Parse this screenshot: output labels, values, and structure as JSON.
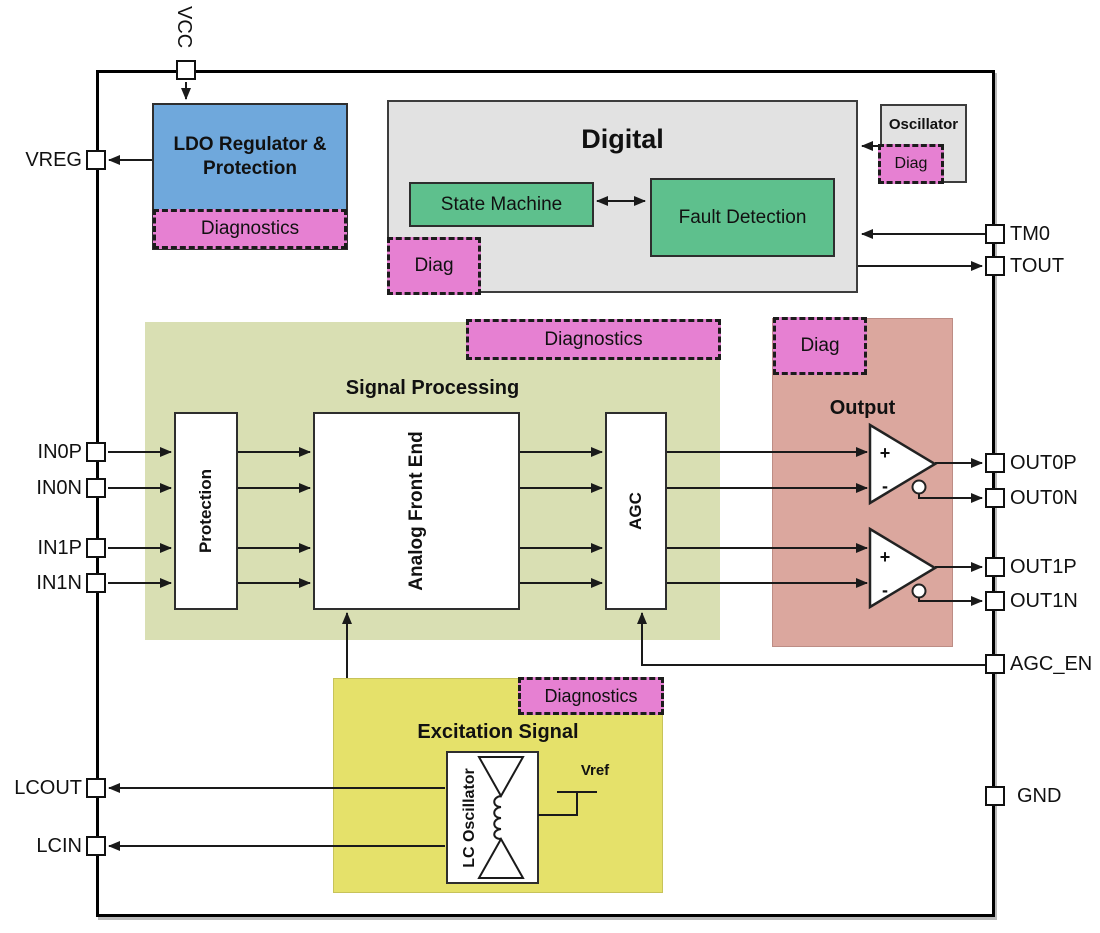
{
  "pins": {
    "vcc": "VCC",
    "vreg": "VREG",
    "in0p": "IN0P",
    "in0n": "IN0N",
    "in1p": "IN1P",
    "in1n": "IN1N",
    "lcout": "LCOUT",
    "lcin": "LCIN",
    "tm0": "TM0",
    "tout": "TOUT",
    "out0p": "OUT0P",
    "out0n": "OUT0N",
    "out1p": "OUT1P",
    "out1n": "OUT1N",
    "agc_en": "AGC_EN",
    "gnd": "GND"
  },
  "blocks": {
    "ldo": {
      "title": "LDO Regulator & Protection",
      "diag": "Diagnostics"
    },
    "digital": {
      "title": "Digital",
      "state_machine": "State Machine",
      "fault_detection": "Fault Detection",
      "diag": "Diag"
    },
    "oscillator": {
      "title": "Oscillator",
      "diag": "Diag"
    },
    "signal_processing": {
      "title": "Signal Processing",
      "diag": "Diagnostics",
      "protection": "Protection",
      "afe": "Analog Front End",
      "agc": "AGC"
    },
    "output": {
      "title": "Output",
      "diag": "Diag",
      "amp_plus": "+",
      "amp_minus": "-"
    },
    "excitation": {
      "title": "Excitation Signal",
      "diag": "Diagnostics",
      "lc_oscillator": "LC Oscillator",
      "vref": "Vref"
    }
  },
  "colors": {
    "ldo_blue": "#6fa8dc",
    "diag_magenta": "#e680d2",
    "digital_gray": "#e2e2e2",
    "green_block": "#5ec08d",
    "signal_processing_bg": "#d9dfb3",
    "output_bg": "#dba79e",
    "excitation_bg": "#e5e16a",
    "wire": "#1a1a1a"
  }
}
